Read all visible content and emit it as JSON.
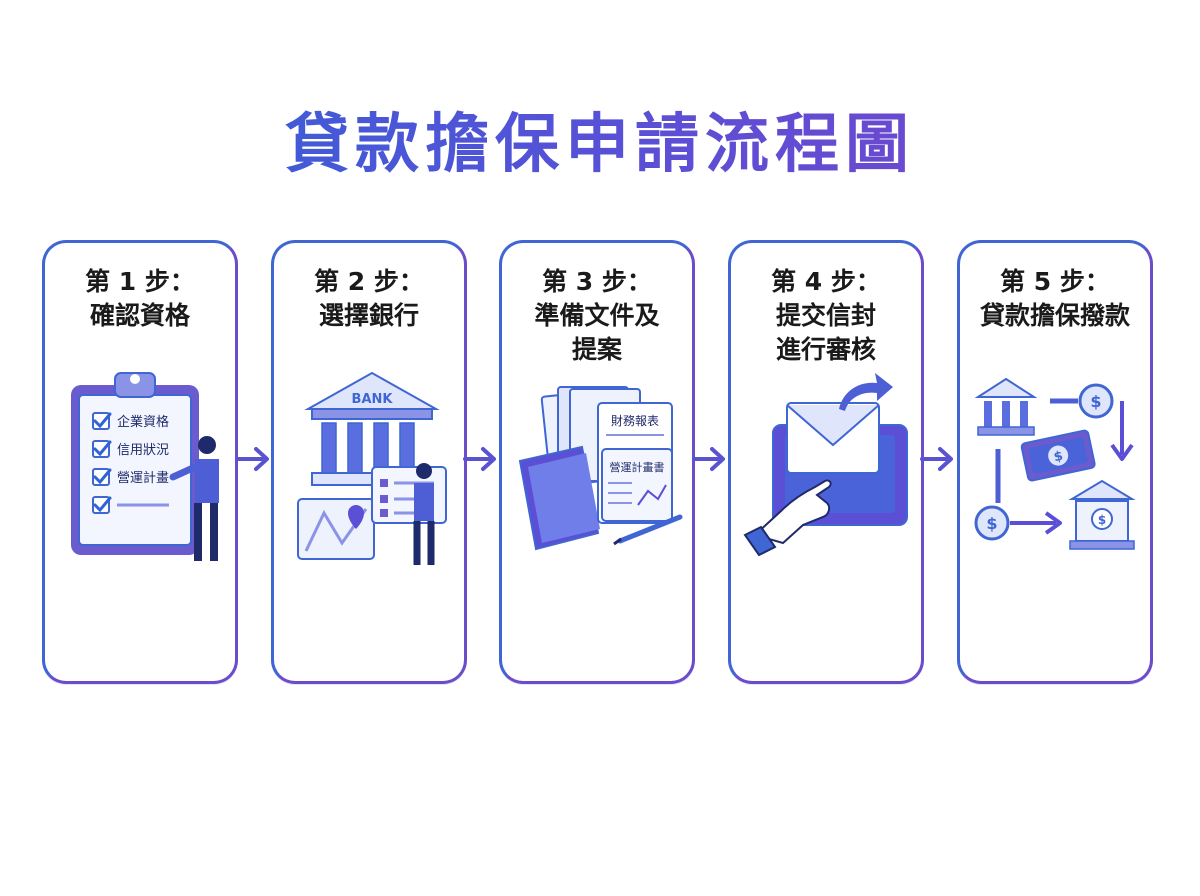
{
  "title": "貸款擔保申請流程圖",
  "steps": [
    {
      "label": "第 1 步：",
      "name": "確認資格",
      "illustration": "clipboard-checklist",
      "checklist": [
        "企業資格",
        "信用狀況",
        "營運計畫"
      ]
    },
    {
      "label": "第 2 步：",
      "name": "選擇銀行",
      "illustration": "bank-building",
      "bank_sign": "BANK"
    },
    {
      "label": "第 3 步：",
      "name": "準備文件及\n提案",
      "illustration": "document-folder",
      "doc_labels": [
        "財務報表",
        "營運計畫書"
      ]
    },
    {
      "label": "第 4 步：",
      "name": "提交信封\n進行審核",
      "illustration": "envelope-submit"
    },
    {
      "label": "第 5 步：",
      "name": "貸款擔保撥款",
      "illustration": "money-transfer"
    }
  ],
  "colors": {
    "blue": "#3f66d3",
    "purple": "#6b4dcb",
    "light": "#dfe6fb",
    "navy": "#1f2a6b"
  }
}
